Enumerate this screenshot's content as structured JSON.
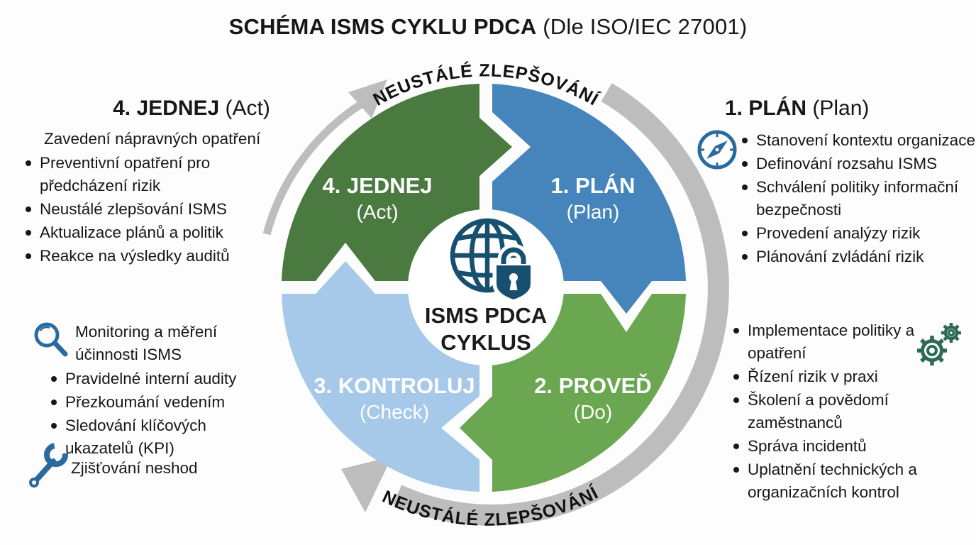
{
  "title": {
    "bold": "SCHÉMA ISMS CYKLU PDCA",
    "normal": " (Dle ISO/IEC 27001)"
  },
  "colors": {
    "act_dark_green": "#4a7a40",
    "plan_blue": "#4585bc",
    "check_light_blue": "#a6c9e9",
    "do_green": "#6aa750",
    "arc_gray": "#bdbdbd",
    "center_navy": "#17506f",
    "icon_blue": "#2a6b9f",
    "icon_teal": "#2d6a55"
  },
  "cycle": {
    "top_arc": "NEUSTÁLÉ ZLEPŠOVÁNÍ",
    "bottom_arc": "NEUSTÁLÉ ZLEPŠOVÁNÍ",
    "center": {
      "line1": "ISMS PDCA",
      "line2": "CYKLUS"
    },
    "quadrants": [
      {
        "name": "1. PLÁN",
        "sub": "(Plan)"
      },
      {
        "name": "2. PROVEĎ",
        "sub": "(Do)"
      },
      {
        "name": "3. KONTROLUJ",
        "sub": "(Check)"
      },
      {
        "name": "4. JEDNEJ",
        "sub": "(Act)"
      }
    ]
  },
  "icons": {
    "center": "globe-lock-icon",
    "plan": "compass-icon",
    "do": "gears-icon",
    "check_lead": "magnifier-icon",
    "check_last": "wrench-icon"
  },
  "panels": {
    "act": {
      "heading": "4. JEDNEJ",
      "heading_suffix": " (Act)",
      "intro": "Zavedení nápravných opatření",
      "bullets": [
        "Preventivní opatření pro předcházení rizik",
        "Neustálé zlepšování ISMS",
        "Aktualizace plánů a politik",
        "Reakce na výsledky auditů"
      ]
    },
    "plan": {
      "heading": "1. PLÁN",
      "heading_suffix": " (Plan)",
      "bullets": [
        "Stanovení kontextu organizace",
        "Definování rozsahu ISMS",
        "Schválení politiky informační bezpečnosti",
        "Provedení analýzy rizik",
        "Plánování zvládání rizik"
      ]
    },
    "check": {
      "lead": "Monitoring a měření účinnosti ISMS",
      "bullets": [
        "Pravidelné interní audity",
        "Přezkoumání vedením",
        "Sledování klíčových ukazatelů (KPI)"
      ],
      "last": "Zjišťování neshod"
    },
    "do": {
      "bullets": [
        "Implementace politiky a opatření",
        "Řízení rizik v praxi",
        "Školení a povědomí zaměstnanců",
        "Správa incidentů",
        "Uplatnění technických a organizačních kontrol"
      ]
    }
  }
}
